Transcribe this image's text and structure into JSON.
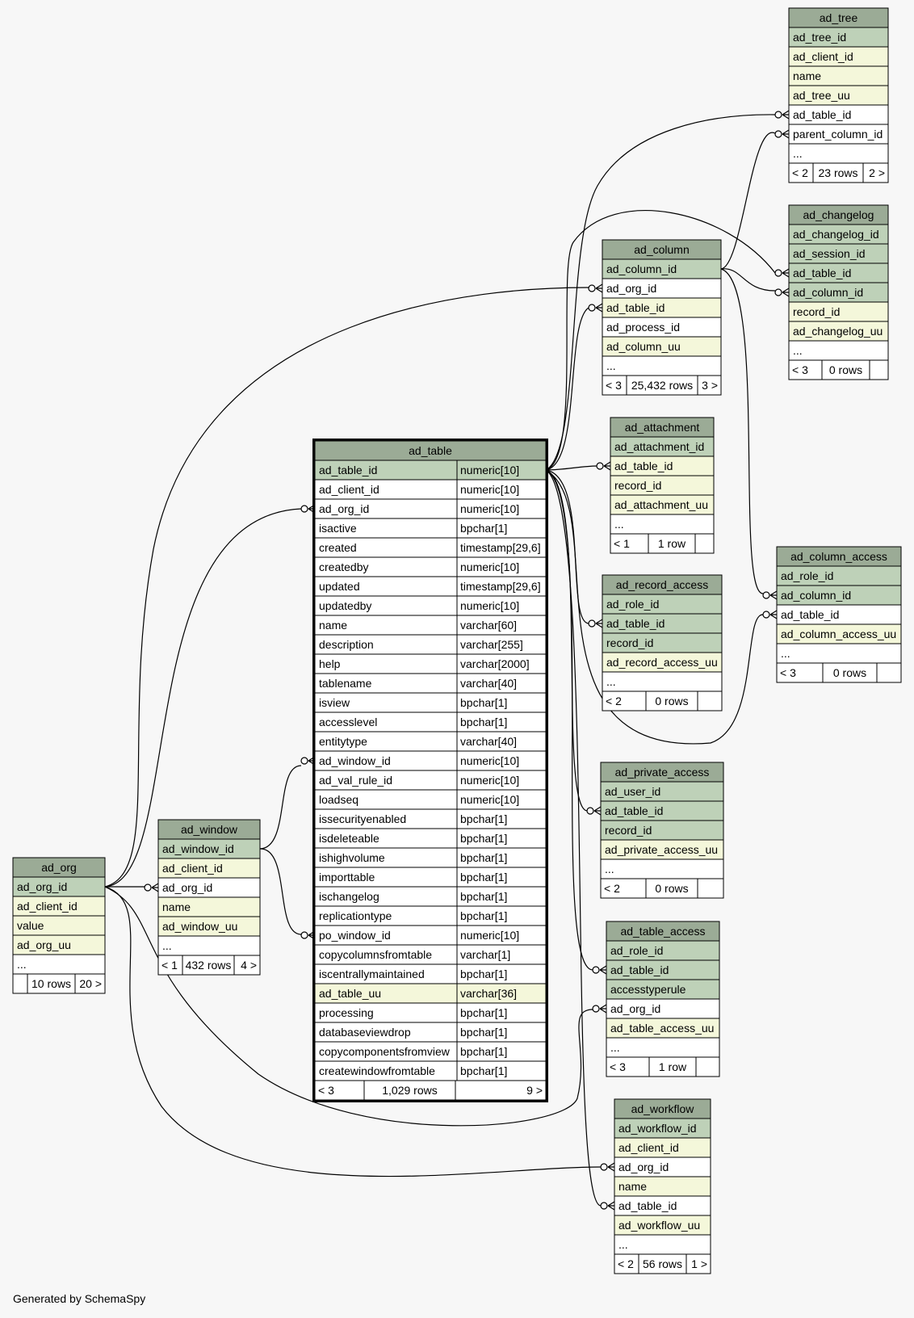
{
  "footer": "Generated by SchemaSpy",
  "colors": {
    "background": "#f7f7f7",
    "header": "#9bab96",
    "key": "#bed1b8",
    "indexed": "#f4f7da",
    "plain": "#ffffff",
    "line": "#000000"
  },
  "tables": [
    {
      "id": "ad_tree",
      "name": "ad_tree",
      "columns": [
        {
          "name": "ad_tree_id",
          "kind": "key"
        },
        {
          "name": "ad_client_id",
          "kind": "indexed"
        },
        {
          "name": "name",
          "kind": "indexed"
        },
        {
          "name": "ad_tree_uu",
          "kind": "indexed"
        },
        {
          "name": "ad_table_id",
          "kind": "plain"
        },
        {
          "name": "parent_column_id",
          "kind": "plain"
        },
        {
          "name": "...",
          "kind": "plain"
        }
      ],
      "footer": [
        "< 2",
        "23 rows",
        "2 >"
      ]
    },
    {
      "id": "ad_changelog",
      "name": "ad_changelog",
      "columns": [
        {
          "name": "ad_changelog_id",
          "kind": "key"
        },
        {
          "name": "ad_session_id",
          "kind": "key"
        },
        {
          "name": "ad_table_id",
          "kind": "key"
        },
        {
          "name": "ad_column_id",
          "kind": "key"
        },
        {
          "name": "record_id",
          "kind": "indexed"
        },
        {
          "name": "ad_changelog_uu",
          "kind": "indexed"
        },
        {
          "name": "...",
          "kind": "plain"
        }
      ],
      "footer": [
        "< 3",
        "0 rows",
        ""
      ]
    },
    {
      "id": "ad_column",
      "name": "ad_column",
      "columns": [
        {
          "name": "ad_column_id",
          "kind": "key"
        },
        {
          "name": "ad_org_id",
          "kind": "plain"
        },
        {
          "name": "ad_table_id",
          "kind": "indexed"
        },
        {
          "name": "ad_process_id",
          "kind": "plain"
        },
        {
          "name": "ad_column_uu",
          "kind": "indexed"
        },
        {
          "name": "...",
          "kind": "plain"
        }
      ],
      "footer": [
        "< 3",
        "25,432 rows",
        "3 >"
      ]
    },
    {
      "id": "ad_attachment",
      "name": "ad_attachment",
      "columns": [
        {
          "name": "ad_attachment_id",
          "kind": "key"
        },
        {
          "name": "ad_table_id",
          "kind": "indexed"
        },
        {
          "name": "record_id",
          "kind": "indexed"
        },
        {
          "name": "ad_attachment_uu",
          "kind": "indexed"
        },
        {
          "name": "...",
          "kind": "plain"
        }
      ],
      "footer": [
        "< 1",
        "1 row",
        ""
      ]
    },
    {
      "id": "ad_column_access",
      "name": "ad_column_access",
      "columns": [
        {
          "name": "ad_role_id",
          "kind": "key"
        },
        {
          "name": "ad_column_id",
          "kind": "key"
        },
        {
          "name": "ad_table_id",
          "kind": "plain"
        },
        {
          "name": "ad_column_access_uu",
          "kind": "indexed"
        },
        {
          "name": "...",
          "kind": "plain"
        }
      ],
      "footer": [
        "< 3",
        "0 rows",
        ""
      ]
    },
    {
      "id": "ad_record_access",
      "name": "ad_record_access",
      "columns": [
        {
          "name": "ad_role_id",
          "kind": "key"
        },
        {
          "name": "ad_table_id",
          "kind": "key"
        },
        {
          "name": "record_id",
          "kind": "key"
        },
        {
          "name": "ad_record_access_uu",
          "kind": "indexed"
        },
        {
          "name": "...",
          "kind": "plain"
        }
      ],
      "footer": [
        "< 2",
        "0 rows",
        ""
      ]
    },
    {
      "id": "ad_private_access",
      "name": "ad_private_access",
      "columns": [
        {
          "name": "ad_user_id",
          "kind": "key"
        },
        {
          "name": "ad_table_id",
          "kind": "key"
        },
        {
          "name": "record_id",
          "kind": "key"
        },
        {
          "name": "ad_private_access_uu",
          "kind": "indexed"
        },
        {
          "name": "...",
          "kind": "plain"
        }
      ],
      "footer": [
        "< 2",
        "0 rows",
        ""
      ]
    },
    {
      "id": "ad_table_access",
      "name": "ad_table_access",
      "columns": [
        {
          "name": "ad_role_id",
          "kind": "key"
        },
        {
          "name": "ad_table_id",
          "kind": "key"
        },
        {
          "name": "accesstyperule",
          "kind": "key"
        },
        {
          "name": "ad_org_id",
          "kind": "plain"
        },
        {
          "name": "ad_table_access_uu",
          "kind": "indexed"
        },
        {
          "name": "...",
          "kind": "plain"
        }
      ],
      "footer": [
        "< 3",
        "1 row",
        ""
      ]
    },
    {
      "id": "ad_workflow",
      "name": "ad_workflow",
      "columns": [
        {
          "name": "ad_workflow_id",
          "kind": "key"
        },
        {
          "name": "ad_client_id",
          "kind": "indexed"
        },
        {
          "name": "ad_org_id",
          "kind": "plain"
        },
        {
          "name": "name",
          "kind": "indexed"
        },
        {
          "name": "ad_table_id",
          "kind": "plain"
        },
        {
          "name": "ad_workflow_uu",
          "kind": "indexed"
        },
        {
          "name": "...",
          "kind": "plain"
        }
      ],
      "footer": [
        "< 2",
        "56 rows",
        "1 >"
      ]
    },
    {
      "id": "ad_org",
      "name": "ad_org",
      "columns": [
        {
          "name": "ad_org_id",
          "kind": "key"
        },
        {
          "name": "ad_client_id",
          "kind": "indexed"
        },
        {
          "name": "value",
          "kind": "indexed"
        },
        {
          "name": "ad_org_uu",
          "kind": "indexed"
        },
        {
          "name": "...",
          "kind": "plain"
        }
      ],
      "footer": [
        "",
        "10 rows",
        "20 >"
      ]
    },
    {
      "id": "ad_window",
      "name": "ad_window",
      "columns": [
        {
          "name": "ad_window_id",
          "kind": "key"
        },
        {
          "name": "ad_client_id",
          "kind": "indexed"
        },
        {
          "name": "ad_org_id",
          "kind": "plain"
        },
        {
          "name": "name",
          "kind": "indexed"
        },
        {
          "name": "ad_window_uu",
          "kind": "indexed"
        },
        {
          "name": "...",
          "kind": "plain"
        }
      ],
      "footer": [
        "< 1",
        "432 rows",
        "4 >"
      ]
    },
    {
      "id": "ad_table",
      "name": "ad_table",
      "focus": true,
      "columns": [
        {
          "name": "ad_table_id",
          "type": "numeric[10]",
          "kind": "key"
        },
        {
          "name": "ad_client_id",
          "type": "numeric[10]",
          "kind": "plain"
        },
        {
          "name": "ad_org_id",
          "type": "numeric[10]",
          "kind": "plain"
        },
        {
          "name": "isactive",
          "type": "bpchar[1]",
          "kind": "plain"
        },
        {
          "name": "created",
          "type": "timestamp[29,6]",
          "kind": "plain"
        },
        {
          "name": "createdby",
          "type": "numeric[10]",
          "kind": "plain"
        },
        {
          "name": "updated",
          "type": "timestamp[29,6]",
          "kind": "plain"
        },
        {
          "name": "updatedby",
          "type": "numeric[10]",
          "kind": "plain"
        },
        {
          "name": "name",
          "type": "varchar[60]",
          "kind": "plain"
        },
        {
          "name": "description",
          "type": "varchar[255]",
          "kind": "plain"
        },
        {
          "name": "help",
          "type": "varchar[2000]",
          "kind": "plain"
        },
        {
          "name": "tablename",
          "type": "varchar[40]",
          "kind": "plain"
        },
        {
          "name": "isview",
          "type": "bpchar[1]",
          "kind": "plain"
        },
        {
          "name": "accesslevel",
          "type": "bpchar[1]",
          "kind": "plain"
        },
        {
          "name": "entitytype",
          "type": "varchar[40]",
          "kind": "plain"
        },
        {
          "name": "ad_window_id",
          "type": "numeric[10]",
          "kind": "plain"
        },
        {
          "name": "ad_val_rule_id",
          "type": "numeric[10]",
          "kind": "plain"
        },
        {
          "name": "loadseq",
          "type": "numeric[10]",
          "kind": "plain"
        },
        {
          "name": "issecurityenabled",
          "type": "bpchar[1]",
          "kind": "plain"
        },
        {
          "name": "isdeleteable",
          "type": "bpchar[1]",
          "kind": "plain"
        },
        {
          "name": "ishighvolume",
          "type": "bpchar[1]",
          "kind": "plain"
        },
        {
          "name": "importtable",
          "type": "bpchar[1]",
          "kind": "plain"
        },
        {
          "name": "ischangelog",
          "type": "bpchar[1]",
          "kind": "plain"
        },
        {
          "name": "replicationtype",
          "type": "bpchar[1]",
          "kind": "plain"
        },
        {
          "name": "po_window_id",
          "type": "numeric[10]",
          "kind": "plain"
        },
        {
          "name": "copycolumnsfromtable",
          "type": "varchar[1]",
          "kind": "plain"
        },
        {
          "name": "iscentrallymaintained",
          "type": "bpchar[1]",
          "kind": "plain"
        },
        {
          "name": "ad_table_uu",
          "type": "varchar[36]",
          "kind": "indexed"
        },
        {
          "name": "processing",
          "type": "bpchar[1]",
          "kind": "plain"
        },
        {
          "name": "databaseviewdrop",
          "type": "bpchar[1]",
          "kind": "plain"
        },
        {
          "name": "copycomponentsfromview",
          "type": "bpchar[1]",
          "kind": "plain"
        },
        {
          "name": "createwindowfromtable",
          "type": "bpchar[1]",
          "kind": "plain"
        }
      ],
      "footer": [
        "< 3",
        "1,029 rows",
        "9 >"
      ]
    }
  ]
}
